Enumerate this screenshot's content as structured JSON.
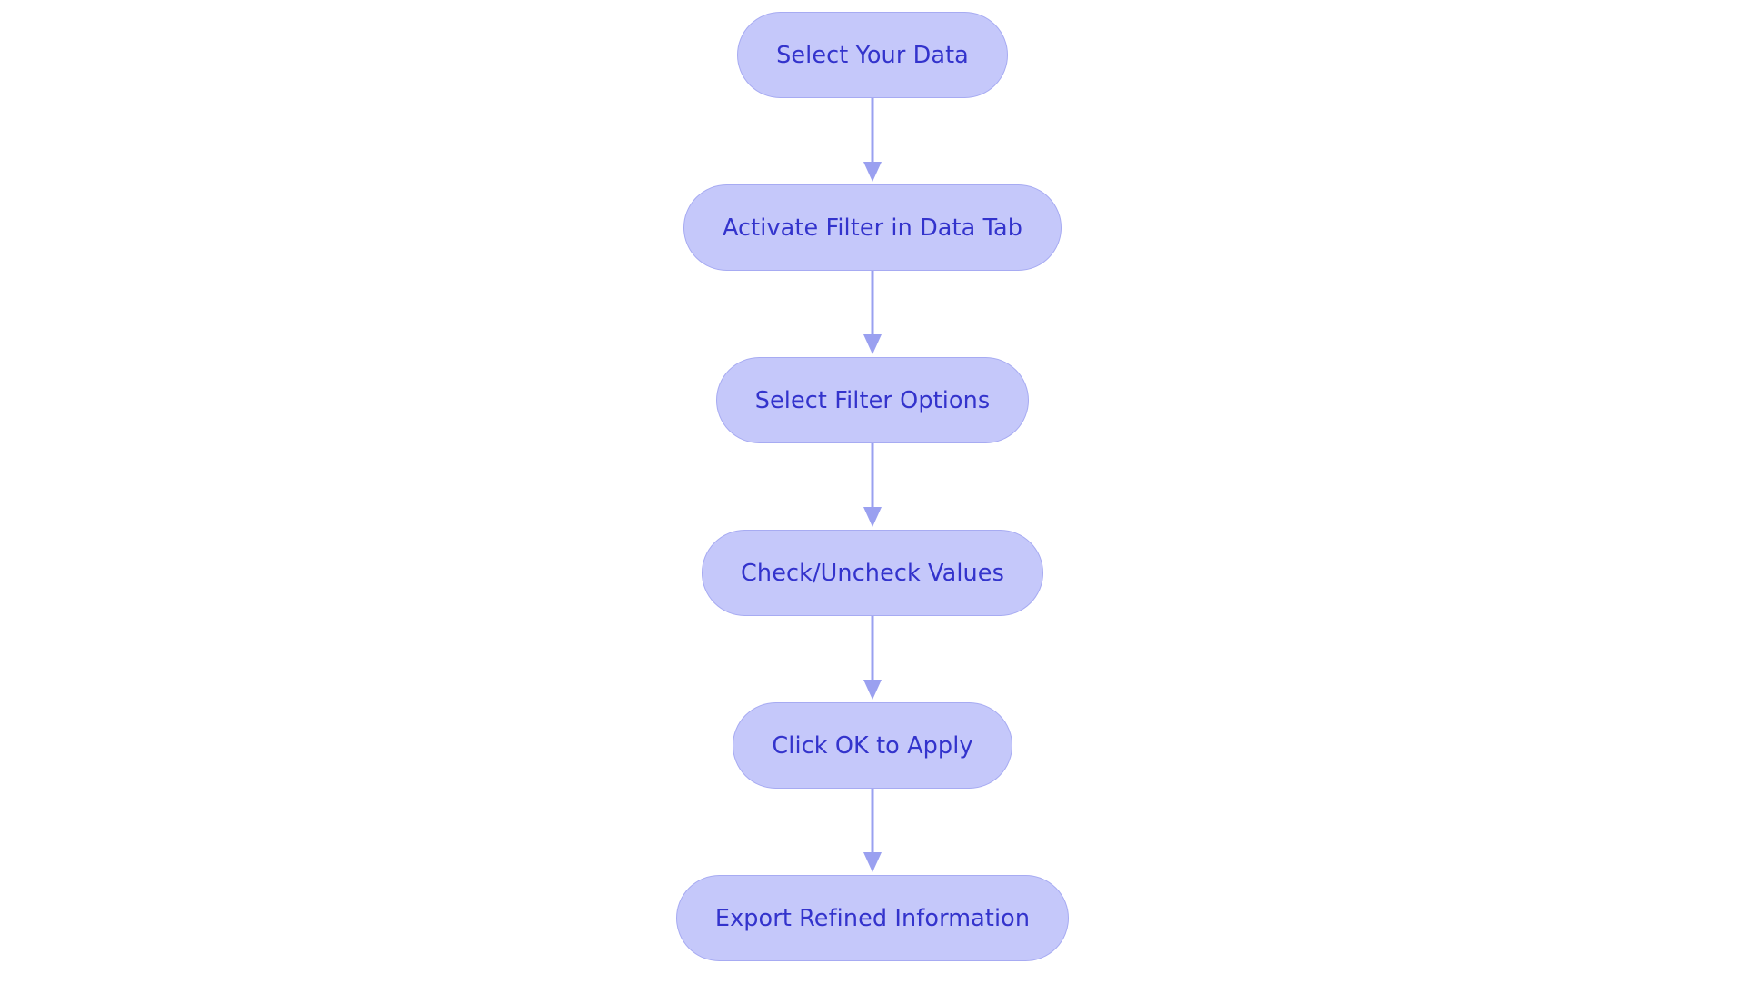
{
  "diagram": {
    "type": "flowchart",
    "orientation": "vertical",
    "title": "",
    "colors": {
      "node_fill": "#c5c8fa",
      "node_border": "#a7abf2",
      "node_text": "#3333cc",
      "connector": "#9aa0f0",
      "background": "#ffffff"
    },
    "nodes": [
      {
        "id": "node-1",
        "label": "Select Your Data"
      },
      {
        "id": "node-2",
        "label": "Activate Filter in Data Tab"
      },
      {
        "id": "node-3",
        "label": "Select Filter Options"
      },
      {
        "id": "node-4",
        "label": "Check/Uncheck Values"
      },
      {
        "id": "node-5",
        "label": "Click OK to Apply"
      },
      {
        "id": "node-6",
        "label": "Export Refined Information"
      }
    ],
    "connectors": [
      {
        "id": "connector-1",
        "from": "node-1",
        "to": "node-2",
        "arrow": "down-arrow-icon"
      },
      {
        "id": "connector-2",
        "from": "node-2",
        "to": "node-3",
        "arrow": "down-arrow-icon"
      },
      {
        "id": "connector-3",
        "from": "node-3",
        "to": "node-4",
        "arrow": "down-arrow-icon"
      },
      {
        "id": "connector-4",
        "from": "node-4",
        "to": "node-5",
        "arrow": "down-arrow-icon"
      },
      {
        "id": "connector-5",
        "from": "node-5",
        "to": "node-6",
        "arrow": "down-arrow-icon"
      }
    ]
  }
}
